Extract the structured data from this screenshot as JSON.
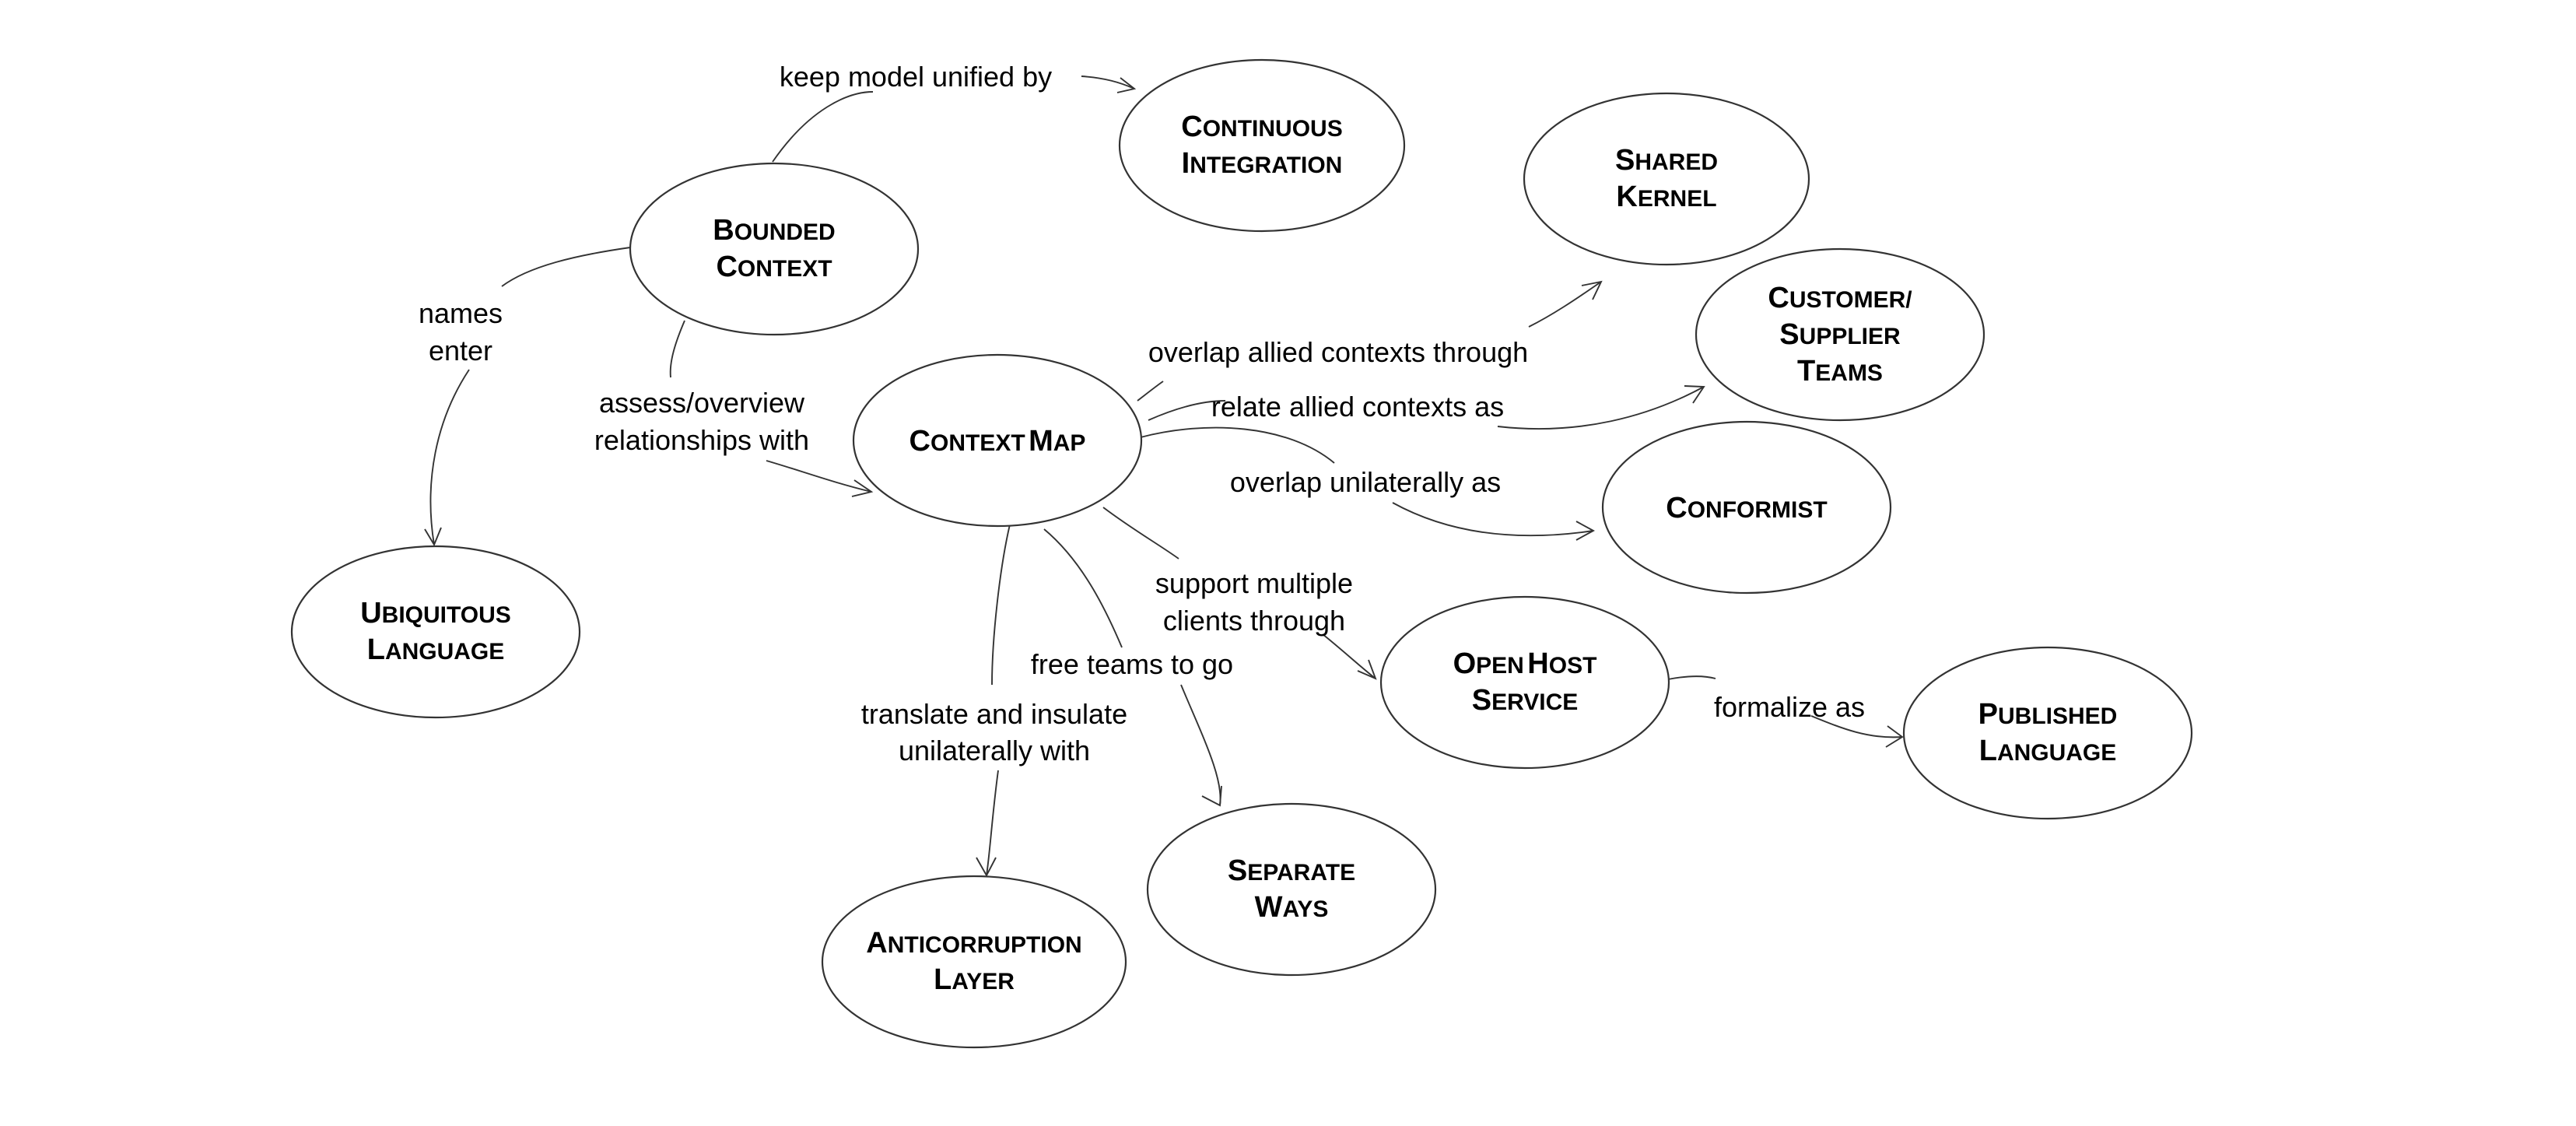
{
  "nodes": {
    "bounded_context": {
      "lines": [
        [
          "B",
          "OUNDED"
        ],
        [
          "C",
          "ONTEXT"
        ]
      ]
    },
    "continuous_integration": {
      "lines": [
        [
          "C",
          "ONTINUOUS"
        ],
        [
          "I",
          "NTEGRATION"
        ]
      ]
    },
    "shared_kernel": {
      "lines": [
        [
          "S",
          "HARED"
        ],
        [
          "K",
          "ERNEL"
        ]
      ]
    },
    "customer_supplier_teams": {
      "lines": [
        [
          "C",
          "USTOMER/"
        ],
        [
          "S",
          "UPPLIER"
        ],
        [
          "T",
          "EAMS"
        ]
      ]
    },
    "context_map": {
      "lines": [
        [
          "C",
          "ONTEXT"
        ],
        [
          "M",
          "AP"
        ]
      ]
    },
    "conformist": {
      "lines": [
        [
          "C",
          "ONFORMIST"
        ]
      ]
    },
    "ubiquitous_language": {
      "lines": [
        [
          "U",
          "BIQUITOUS"
        ],
        [
          "L",
          "ANGUAGE"
        ]
      ]
    },
    "open_host_service": {
      "lines": [
        [
          "O",
          "PEN"
        ],
        [
          "H",
          "OST"
        ],
        [
          "S",
          "ERVICE"
        ]
      ]
    },
    "published_language": {
      "lines": [
        [
          "P",
          "UBLISHED"
        ],
        [
          "L",
          "ANGUAGE"
        ]
      ]
    },
    "separate_ways": {
      "lines": [
        [
          "S",
          "EPARATE"
        ],
        [
          "W",
          "AYS"
        ]
      ]
    },
    "anticorruption_layer": {
      "lines": [
        [
          "A",
          "NTICORRUPTION"
        ],
        [
          "L",
          "AYER"
        ]
      ]
    }
  },
  "edges": {
    "keep_model_unified": [
      "keep model unified by"
    ],
    "names_enter": [
      "names",
      "enter"
    ],
    "assess_overview": [
      "assess/overview",
      "relationships with"
    ],
    "overlap_allied": [
      "overlap allied contexts through"
    ],
    "relate_allied": [
      "relate allied contexts as"
    ],
    "overlap_unilaterally": [
      "overlap unilaterally as"
    ],
    "support_multiple": [
      "support multiple",
      "clients through"
    ],
    "free_teams": [
      "free teams to go"
    ],
    "translate_insulate": [
      "translate and insulate",
      "unilaterally with"
    ],
    "formalize_as": [
      "formalize as"
    ]
  }
}
